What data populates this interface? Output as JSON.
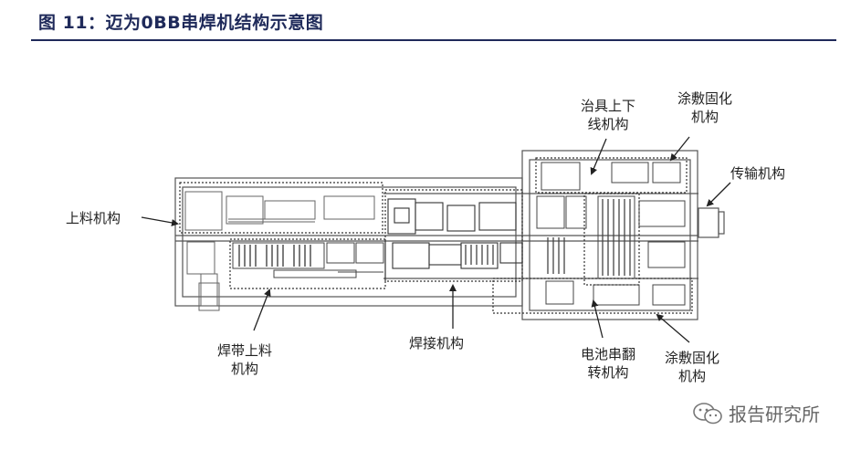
{
  "title": "图 11：迈为0BB串焊机结构示意图",
  "labels": {
    "shangliao": "上料机构",
    "handai_1": "焊带上料",
    "handai_2": "机构",
    "hanjie": "焊接机构",
    "dianchi_1": "电池串翻",
    "dianchi_2": "转机构",
    "tufu_bottom_1": "涂敷固化",
    "tufu_bottom_2": "机构",
    "zhiju_1": "治具上下",
    "zhiju_2": "线机构",
    "tufu_top_1": "涂敷固化",
    "tufu_top_2": "机构",
    "chuanshu": "传输机构"
  },
  "watermark": "报告研究所",
  "colors": {
    "title": "#1f2a5a",
    "line": "#555555",
    "label": "#222222"
  }
}
